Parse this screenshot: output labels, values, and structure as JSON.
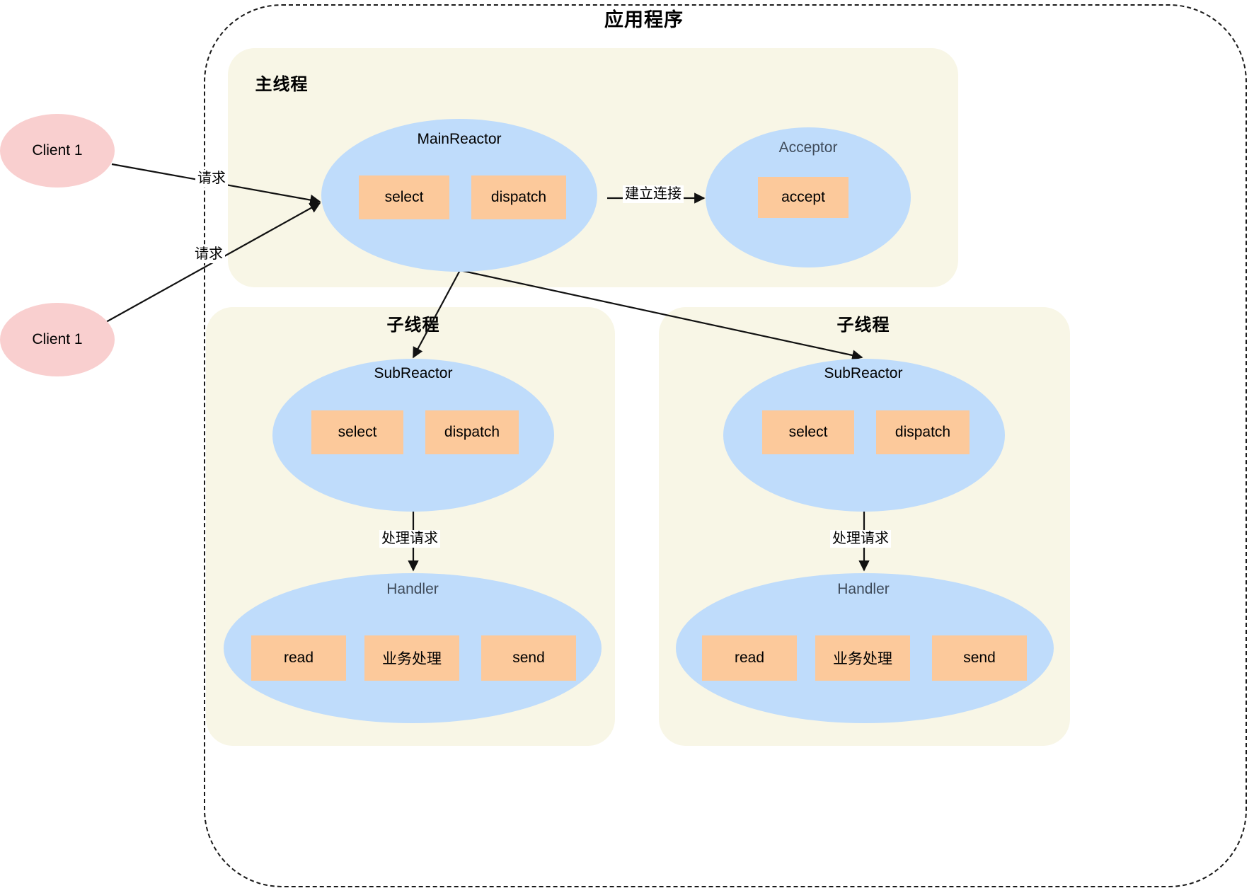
{
  "diagram": {
    "app_title": "应用程序",
    "panels": {
      "main_thread": "主线程",
      "sub_thread_left": "子线程",
      "sub_thread_right": "子线程"
    },
    "clients": [
      {
        "label": "Client 1"
      },
      {
        "label": "Client 1"
      }
    ],
    "nodes": {
      "main_reactor": {
        "label": "MainReactor",
        "ops": [
          "select",
          "dispatch"
        ]
      },
      "acceptor": {
        "label": "Acceptor",
        "ops": [
          "accept"
        ]
      },
      "sub_reactor_left": {
        "label": "SubReactor",
        "ops": [
          "select",
          "dispatch"
        ]
      },
      "sub_reactor_right": {
        "label": "SubReactor",
        "ops": [
          "select",
          "dispatch"
        ]
      },
      "handler_left": {
        "label": "Handler",
        "ops": [
          "read",
          "业务处理",
          "send"
        ]
      },
      "handler_right": {
        "label": "Handler",
        "ops": [
          "read",
          "业务处理",
          "send"
        ]
      }
    },
    "edges": {
      "client1_to_mainreactor": "请求",
      "client2_to_mainreactor": "请求",
      "mainreactor_to_acceptor": "建立连接",
      "subreactor_left_to_handler": "处理请求",
      "subreactor_right_to_handler": "处理请求"
    },
    "colors": {
      "panel_background": "#F8F6E6",
      "ellipse_blue": "#BFDCFB",
      "ellipse_pink": "#F9CFCF",
      "op_box_orange": "#FCC99B",
      "boundary_stroke": "#1A1A1A",
      "canvas": "#FFFFFF"
    }
  }
}
